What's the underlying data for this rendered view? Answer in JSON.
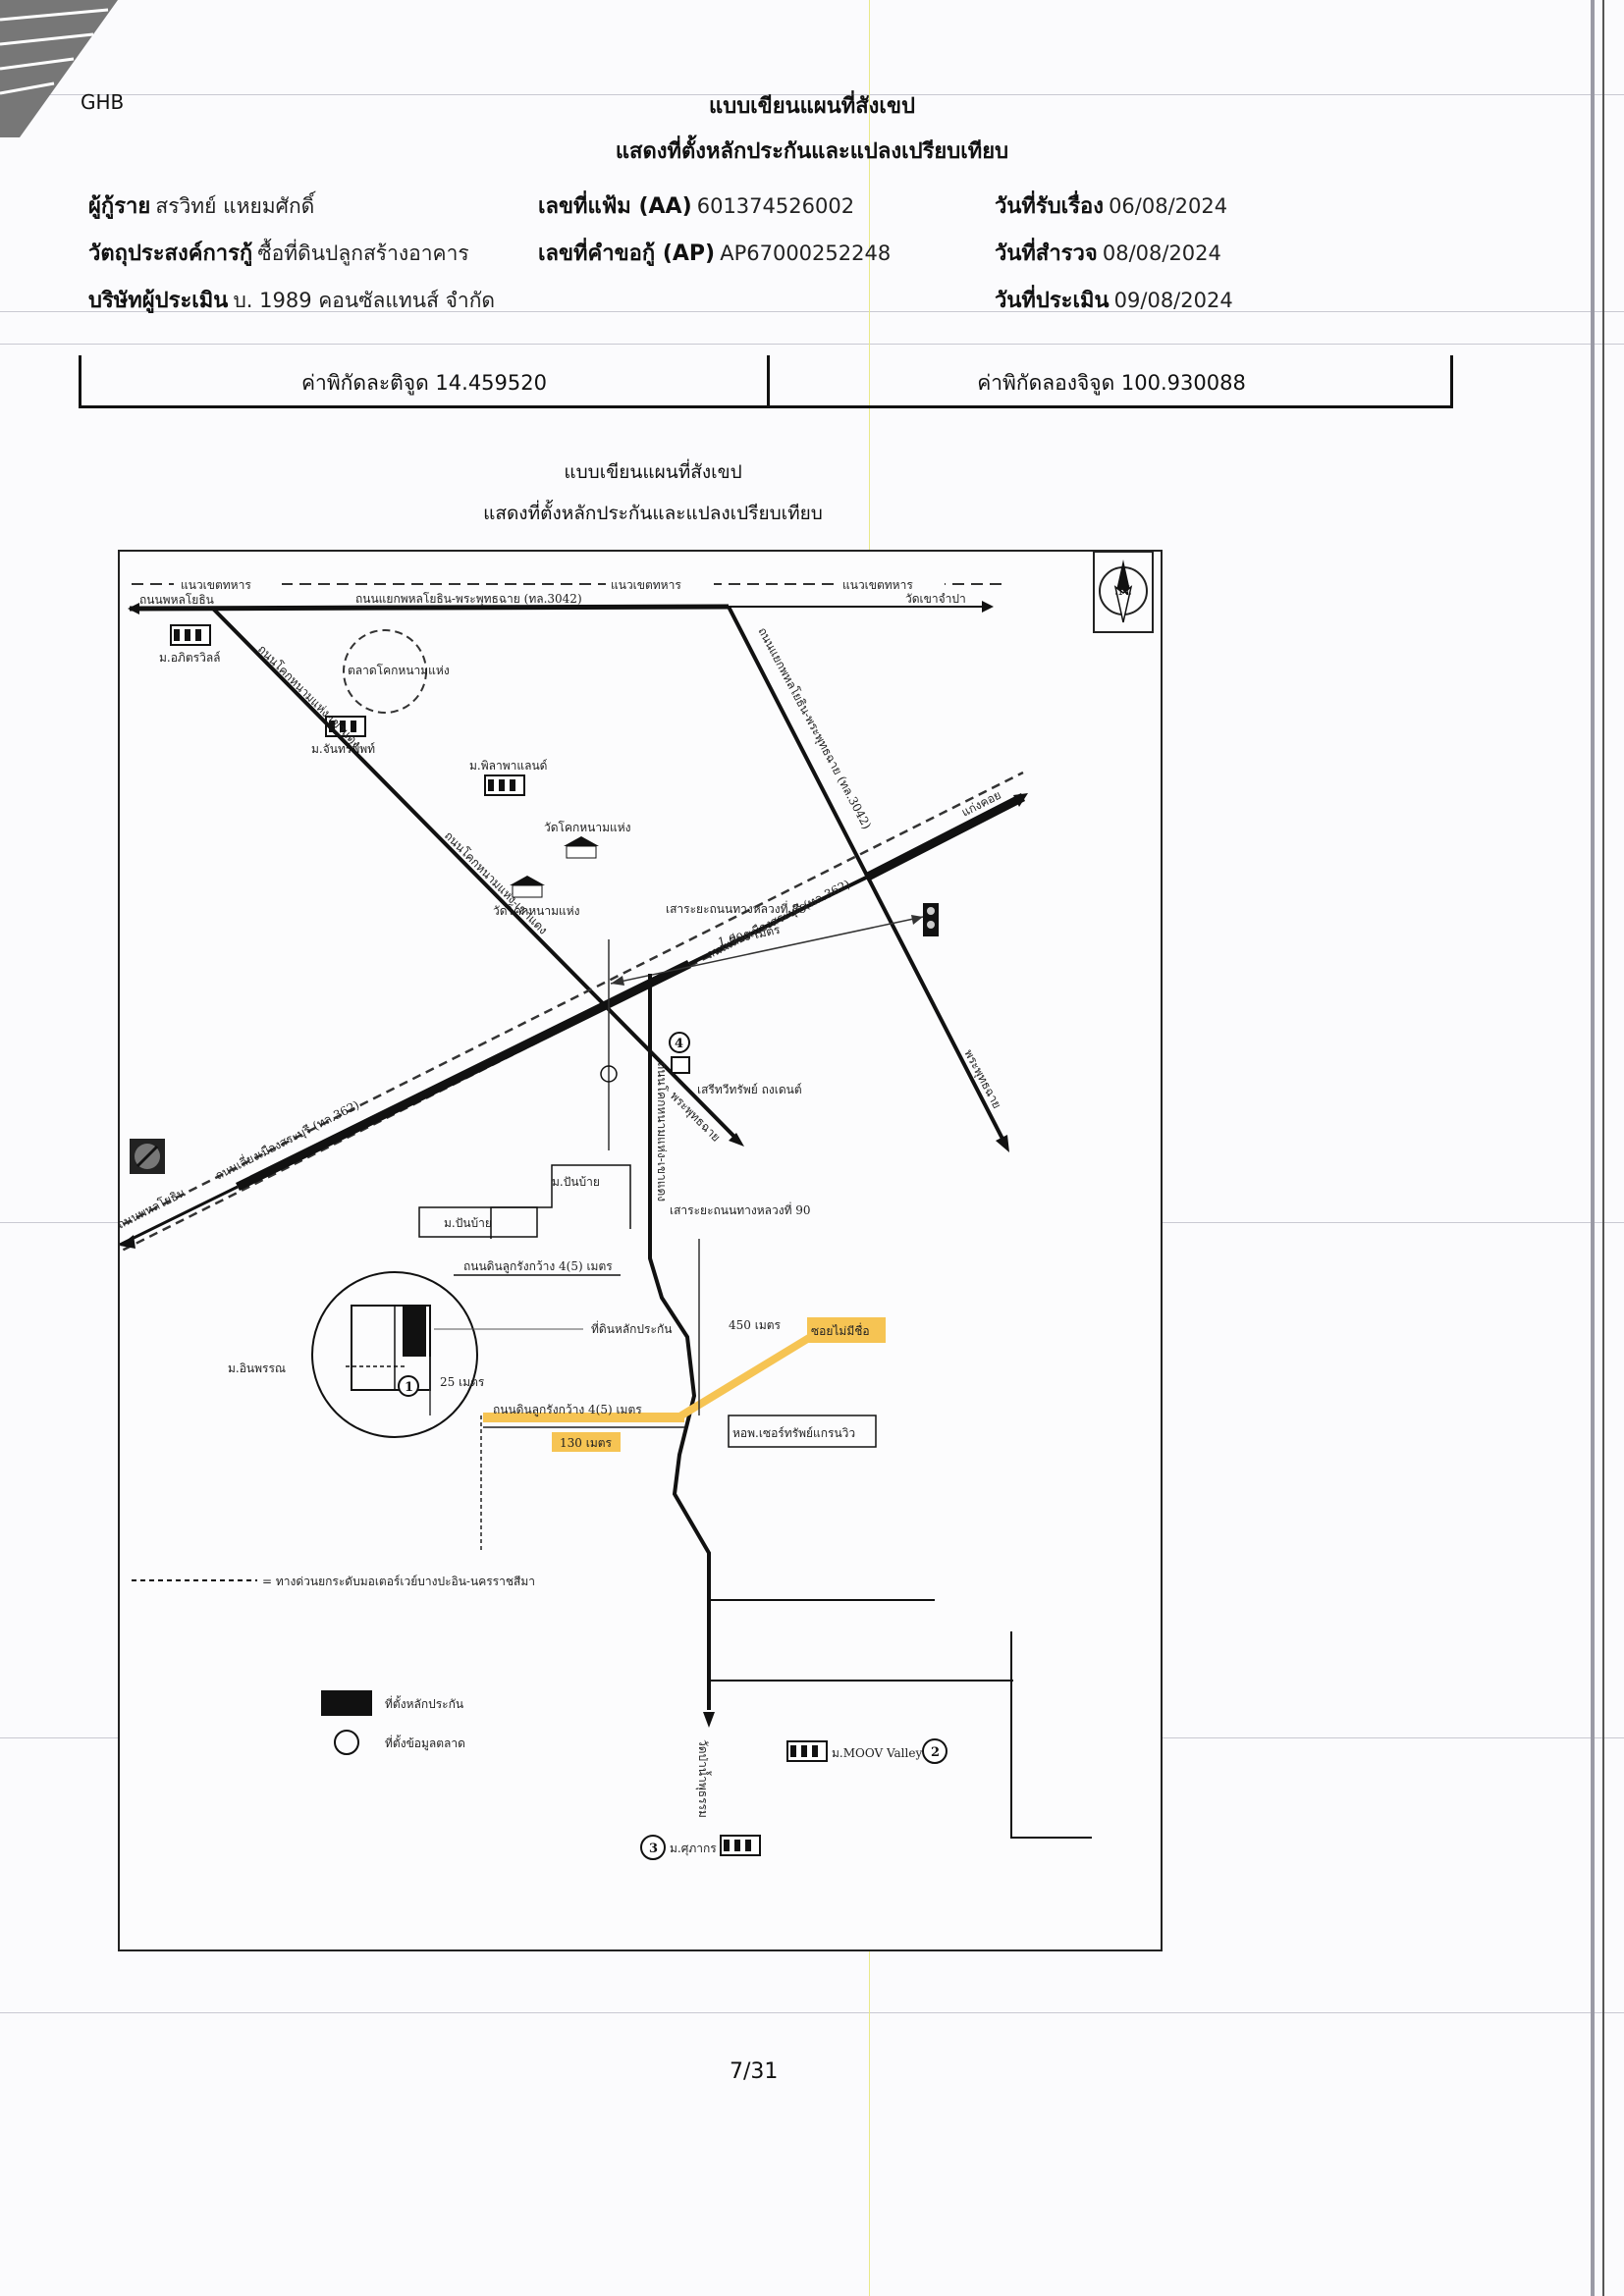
{
  "header": {
    "logo_text": "GHB",
    "title": "แบบเขียนแผนที่สังเขป",
    "subtitle": "แสดงที่ตั้งหลักประกันและแปลงเปรียบเทียบ"
  },
  "info": {
    "borrower_label": "ผู้กู้ราย",
    "borrower_value": "สรวิทย์ แหยมศักดิ์",
    "file_no_label": "เลขที่แฟ้ม (AA)",
    "file_no_value": "601374526002",
    "received_label": "วันที่รับเรื่อง",
    "received_value": "06/08/2024",
    "purpose_label": "วัตถุประสงค์การกู้",
    "purpose_value": "ซื้อที่ดินปลูกสร้างอาคาร",
    "app_no_label": "เลขที่คำขอกู้ (AP)",
    "app_no_value": "AP67000252248",
    "survey_label": "วันที่สำรวจ",
    "survey_value": "08/08/2024",
    "appraiser_label": "บริษัทผู้ประเมิน",
    "appraiser_value": "บ. 1989 คอนซัลแทนส์ จำกัด",
    "appraise_date_label": "วันที่ประเมิน",
    "appraise_date_value": "09/08/2024"
  },
  "coords": {
    "lat": "ค่าพิกัดละติจูด 14.459520",
    "lng": "ค่าพิกัดลองจิจูด 100.930088"
  },
  "map": {
    "title": "แบบเขียนแผนที่สังเขป",
    "subtitle": "แสดงที่ตั้งหลักประกันและแปลงเปรียบเทียบ",
    "boundary_1": "แนวเขตทหาร",
    "boundary_2": "แนวเขตทหาร",
    "boundary_3": "แนวเขตทหาร",
    "road_top_left": "ถนนพหลโยธิน",
    "road_top": "ถนนแยกพหลโยธิน-พระพุทธฉาย (ทล.3042)",
    "wat_top_right": "วัดเขาจำปา",
    "village_1": "ม.อภิตรวิลล์",
    "market": "ตลาดโคกหนามแห่ง",
    "village_2": "ม.จันทร์พิพท์",
    "village_3": "ม.พิลาพาแลนด์",
    "temple_1": "วัดโคกหนามแห่ง",
    "temple_2": "วัดโคกหนามแห่ง",
    "road_diag_1": "ถนนโคกหนามแห่ง-เขาแดง",
    "road_diag_2": "ถนนโคกหนามแห่ง-เขาแดง",
    "road_right": "ถนนแยกพหลโยธิน-พระพุทธฉาย (ทล.3042)",
    "post_89": "เสาระยะถนนทางหลวงที่ 89",
    "dist_1000": "1,000 เมตร",
    "bypass_top": "ถนนเลี่ยงเมืองสระบุรี (ทล.362)",
    "bypass_low": "ถนนเลี่ยงเมืองสระบุรี (ทล.362)",
    "kaeng_khoi": "แก่งคอย",
    "phraphutthachai_1": "พระพุทธฉาย",
    "phraphutthachai_2": "พระพุทธฉาย",
    "shop": "เสรีทวีทรัพย์ ถงเดนต์",
    "village_4": "ม.ปันบ้าย",
    "village_5": "ม.ปันบ้าย",
    "post_90": "เสาระยะถนนทางหลวงที่ 90",
    "road_left_low": "ถนนพหลโยธิน",
    "road_vertical": "ถนนโคกหนามแห่ง-เขาแดง",
    "lane_width": "ถนนดินลูกรังกว้าง 4(5) เมตร",
    "collateral_label": "ที่ดินหลักประกัน",
    "dist_25": "25 เมตร",
    "dist_450": "450 เมตร",
    "no_name_lane": "ซอยไม่มีชื่อ",
    "lane_width_2": "ถนนดินลูกรังกว้าง 4(5) เมตร",
    "dist_130": "130 เมตร",
    "dorm": "หอพ.เซอร์ทรัพย์แกรนวิว",
    "left_label": "ม.อินพรรณ",
    "motorway_legend": "= ทางด่วนยกระดับมอเตอร์เวย์บางปะอิน-นครราชสีมา",
    "legend_collateral": "ที่ตั้งหลักประกัน",
    "legend_market": "ที่ตั้งข้อมูลตลาด",
    "moov": "ม.MOOV Valley",
    "wat_bottom": "วัดป่าน้ำพุธรรม",
    "village_6": "ม.ศุภากร",
    "mark_1": "1",
    "mark_2": "2",
    "mark_3": "3",
    "mark_4": "4",
    "north": "N"
  },
  "footer": {
    "page": "7/31"
  },
  "colors": {
    "highlight": "#f6c453",
    "ink": "#111111"
  }
}
